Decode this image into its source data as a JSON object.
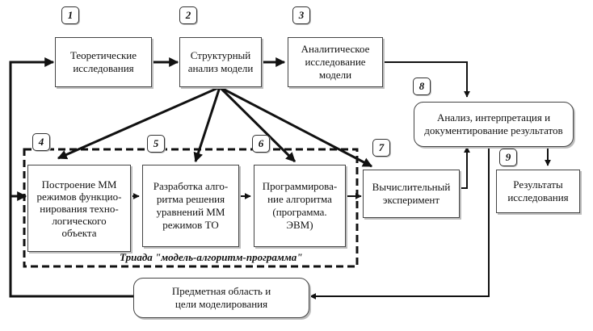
{
  "nodes": {
    "n1": {
      "number": "1",
      "label": "Теоретические\nисследования"
    },
    "n2": {
      "number": "2",
      "label": "Структурный\nанализ модели"
    },
    "n3": {
      "number": "3",
      "label": "Аналитическое\nисследование\nмодели"
    },
    "n4": {
      "number": "4",
      "label": "Построение ММ\nрежимов функцио-\nнирования техно-\nлогического\nобъекта"
    },
    "n5": {
      "number": "5",
      "label": "Разработка алго-\nритма решения\nуравнений ММ\nрежимов ТО"
    },
    "n6": {
      "number": "6",
      "label": "Программирова-\nние алгоритма\n(программа.\nЭВМ)"
    },
    "n7": {
      "number": "7",
      "label": "Вычислительный\nэксперимент"
    },
    "n8": {
      "number": "8",
      "label": "Анализ, интерпретация и\nдокументирование результатов"
    },
    "n9": {
      "number": "9",
      "label": "Результаты\nисследования"
    },
    "domain": {
      "label": "Предметная область и\nцели моделирования"
    }
  },
  "triad_caption": "Триада \"модель-алгоритм-программа\"",
  "edges": [
    {
      "from": "n1",
      "to": "n2"
    },
    {
      "from": "n2",
      "to": "n3"
    },
    {
      "from": "n3",
      "to": "n8"
    },
    {
      "from": "n2",
      "to": "n4"
    },
    {
      "from": "n2",
      "to": "n5"
    },
    {
      "from": "n2",
      "to": "n6"
    },
    {
      "from": "n2",
      "to": "n7"
    },
    {
      "from": "n4",
      "to": "n5"
    },
    {
      "from": "n5",
      "to": "n6"
    },
    {
      "from": "n6",
      "to": "n7"
    },
    {
      "from": "n7",
      "to": "n8"
    },
    {
      "from": "n8",
      "to": "n9"
    },
    {
      "from": "n8",
      "to": "domain"
    },
    {
      "from": "domain",
      "to": "n1"
    },
    {
      "from": "domain",
      "to": "n4"
    }
  ],
  "colors": {
    "line": "#111111",
    "border": "#444444",
    "shadow": "#bdbdbd"
  }
}
